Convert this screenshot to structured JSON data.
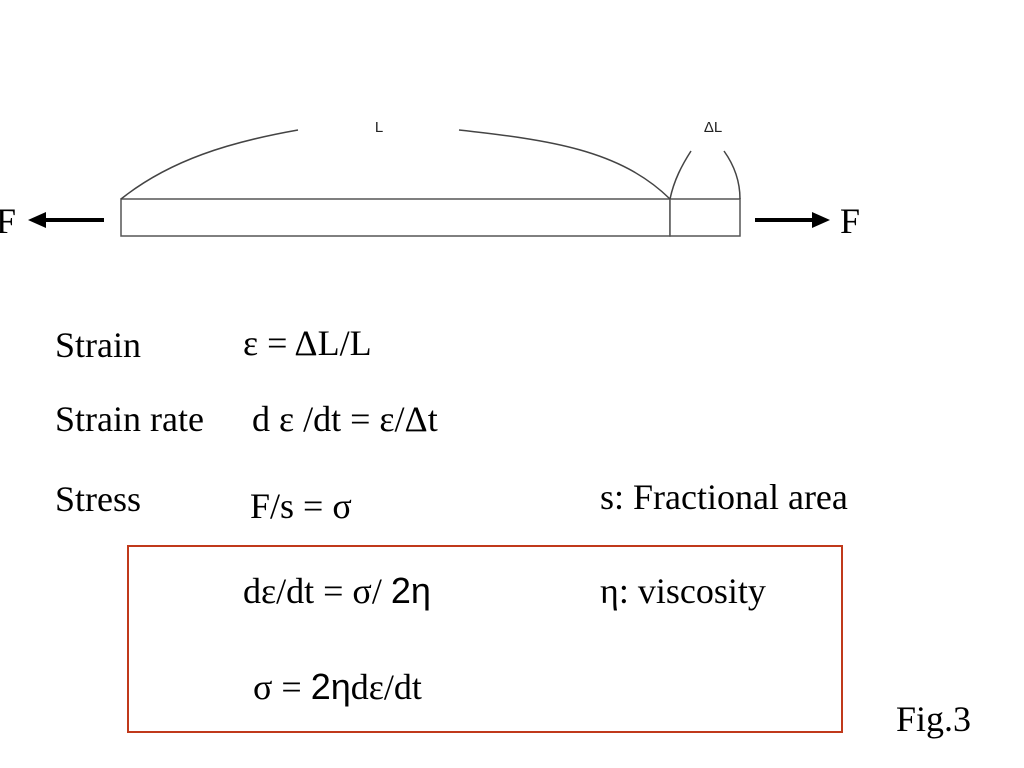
{
  "diagram": {
    "length_label": "L",
    "extension_label": "ΔL",
    "force_left": "F",
    "force_right": "F"
  },
  "definitions": {
    "strain": {
      "label": "Strain",
      "formula": "ε = ΔL/L"
    },
    "strain_rate": {
      "label": "Strain rate",
      "formula": "d ε /dt = ε/Δt"
    },
    "stress": {
      "label": "Stress",
      "formula": "F/s = σ",
      "note": "s:  Fractional area"
    }
  },
  "boxed": {
    "equation_1_left": "dε/dt  =  σ/ ",
    "equation_1_right": "2η",
    "viscosity_note": "η: viscosity",
    "equation_2_left": "σ = ",
    "equation_2_mid": "2η",
    "equation_2_right": "dε/dt",
    "border_color": "#c0391b"
  },
  "figure_label": "Fig.3"
}
